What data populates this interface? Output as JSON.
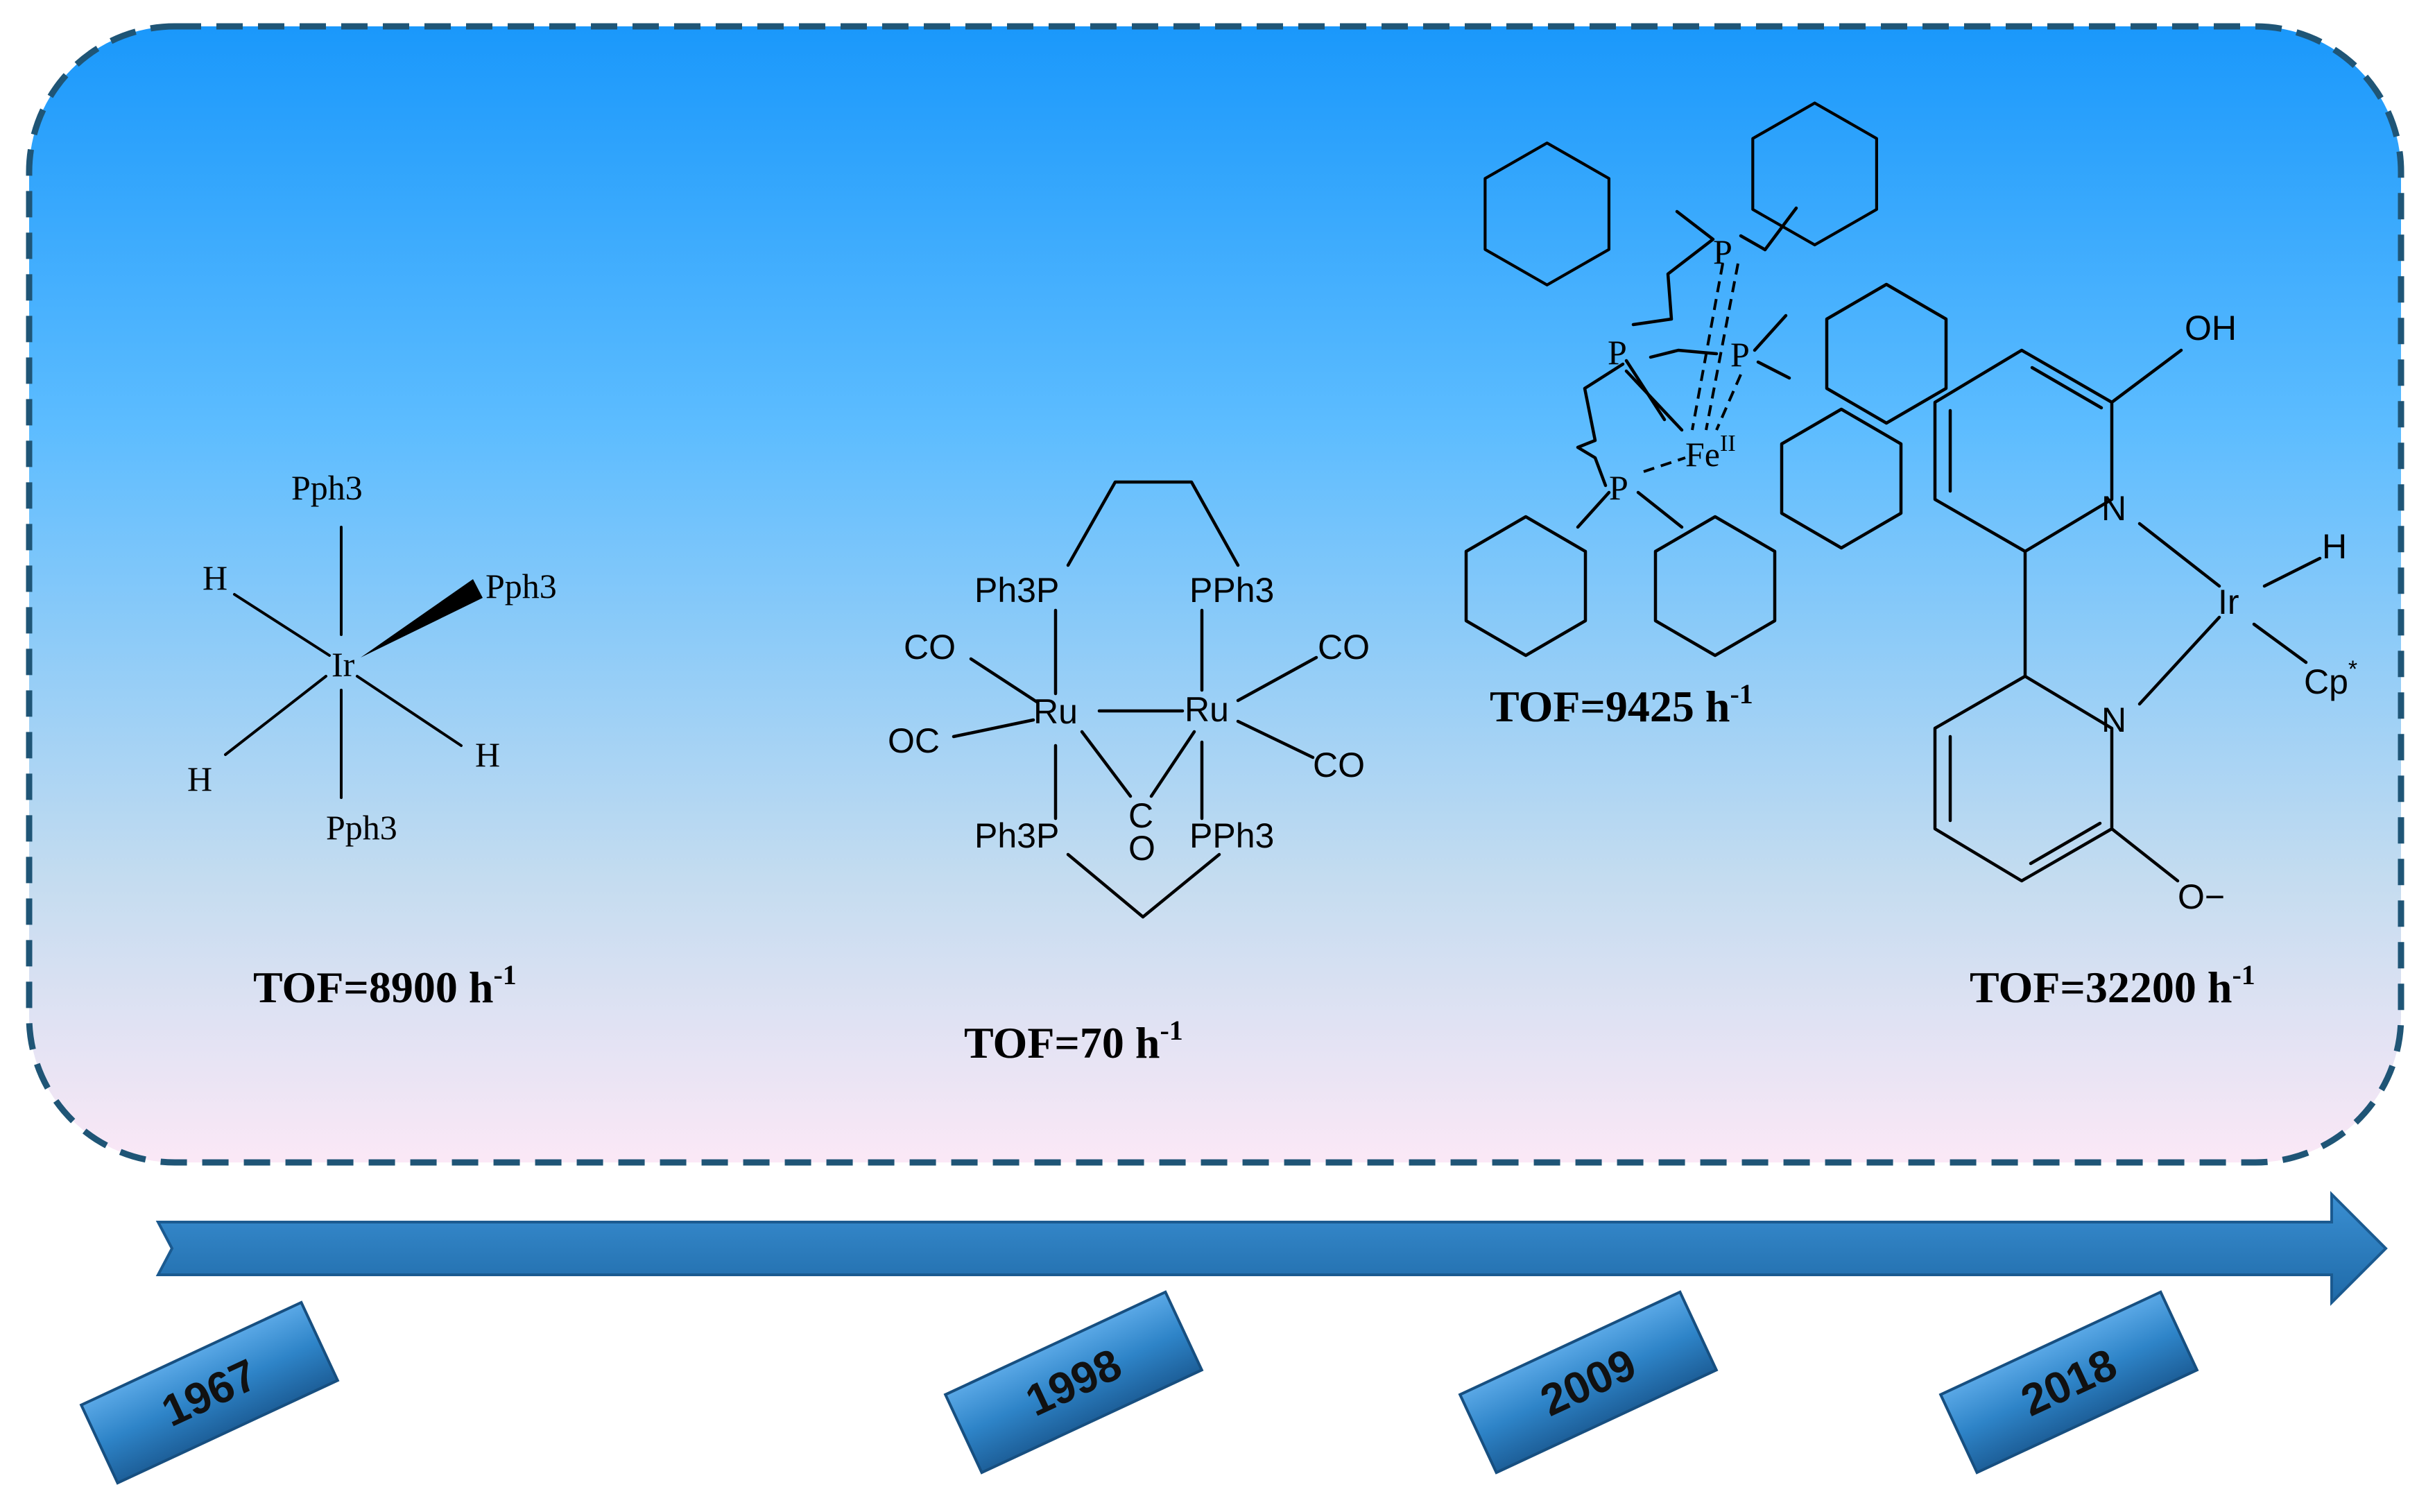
{
  "colors": {
    "panel_top": "#1a98fb",
    "panel_mid": "#5cbcff",
    "panel_bottom": "#fbe8f6",
    "panel_border": "#1f5576",
    "arrow": "#2a7dbd",
    "year_box": "#2e84c8"
  },
  "complexes": [
    {
      "id": "ir-1967",
      "atoms": {
        "ir": "Ir",
        "pph3_top": "Pph3",
        "pph3_wedge": "Pph3",
        "pph3_bottom": "Pph3",
        "h_upper_left": "H",
        "h_lower_left": "H",
        "h_lower_right": "H"
      },
      "tof": {
        "prefix": "TOF=8900 h",
        "exp": "-1"
      }
    },
    {
      "id": "ru-1998",
      "atoms": {
        "ru_left": "Ru",
        "ru_right": "Ru",
        "ph3p_top": "Ph3P",
        "pph3_top": "PPh3",
        "ph3p_bottom": "Ph3P",
        "pph3_bottom": "PPh3",
        "co_top_left": "CO",
        "oc_left": "OC",
        "co_top_right": "CO",
        "co_right": "CO",
        "bridge_c": "C",
        "bridge_o": "O"
      },
      "tof": {
        "prefix": "TOF=70 h",
        "exp": "-1"
      }
    },
    {
      "id": "fe-2009",
      "atoms": {
        "fe": "Fe",
        "fe_ox": "II",
        "p_top": "P",
        "p_center": "P",
        "p_right": "P",
        "p_bottom": "P"
      },
      "tof": {
        "prefix": "TOF=9425 h",
        "exp": "-1"
      }
    },
    {
      "id": "ir-2018",
      "atoms": {
        "ir": "Ir",
        "h": "H",
        "cp": "Cp",
        "cp_star": "*",
        "oh": "OH",
        "n_top": "N",
        "n_bottom": "N",
        "o_minus": "O−"
      },
      "tof": {
        "prefix": "TOF=32200 h",
        "exp": "-1"
      }
    }
  ],
  "timeline": {
    "years": [
      "1967",
      "1998",
      "2009",
      "2018"
    ]
  }
}
